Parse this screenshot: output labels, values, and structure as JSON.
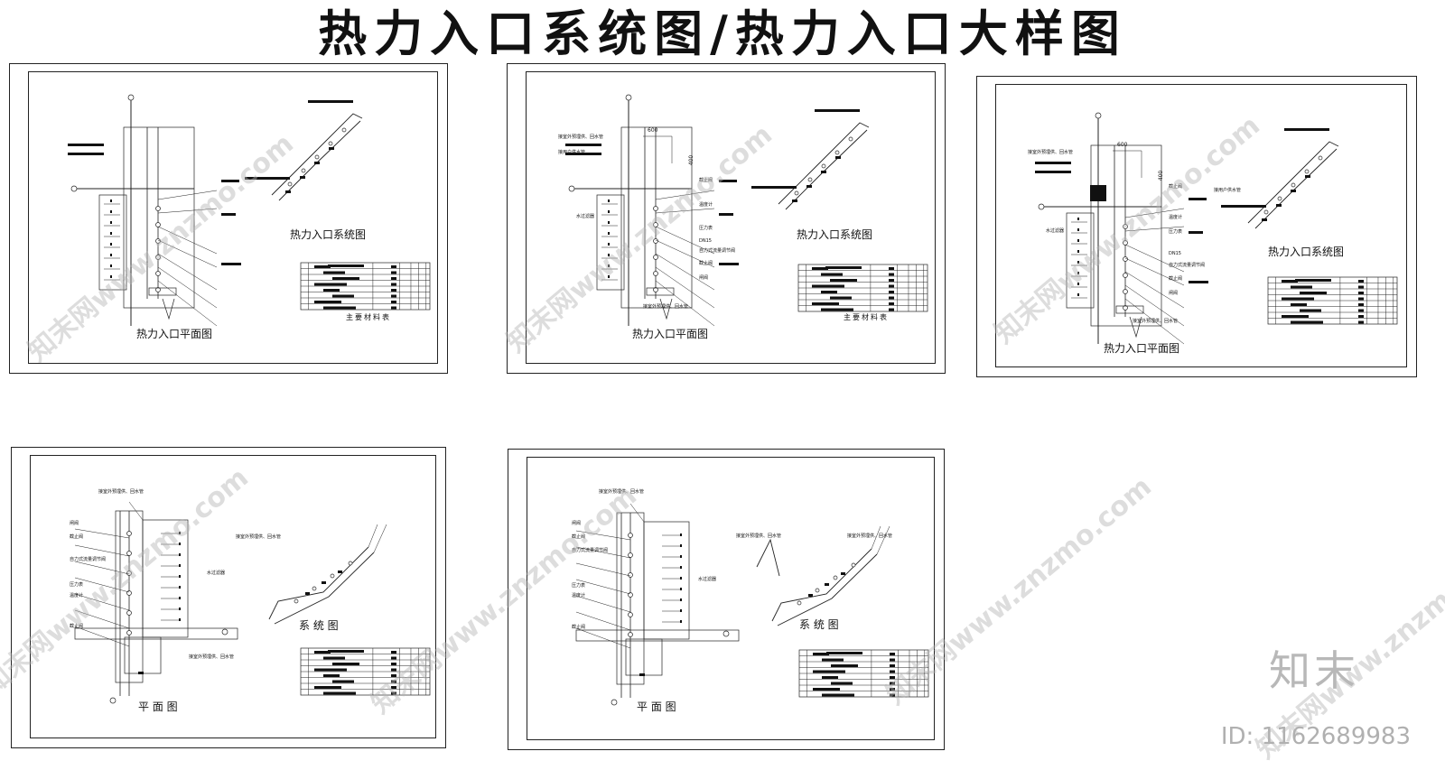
{
  "page": {
    "title": "热力入口系统图/热力入口大样图",
    "logo": "知末",
    "id_text": "ID: 1162689983",
    "watermark": "知末网www.znzmo.com"
  },
  "sheets": [
    {
      "plan_title": "热力入口平面图",
      "system_title": "热力入口系统图",
      "table_caption": "主要材料表",
      "labels": []
    },
    {
      "plan_title": "热力入口平面图",
      "system_title": "热力入口系统图",
      "table_caption": "主要材料表",
      "dim_h": "600",
      "dim_v": "400",
      "labels": [
        "接室外预埋供、回水管",
        "接用户供水管",
        "截止阀",
        "温度计",
        "水过滤器",
        "压力表",
        "DN15",
        "自力式流量调节阀",
        "截止阀",
        "闸阀",
        "接室外预埋供、回水管"
      ]
    },
    {
      "plan_title": "热力入口平面图",
      "system_title": "热力入口系统图",
      "dim_h": "600",
      "dim_v": "400",
      "labels": [
        "接室外预埋供、回水管",
        "接用户供水管",
        "截止阀",
        "温度计",
        "水过滤器",
        "压力表",
        "DN15",
        "自力式流量调节阀",
        "截止阀",
        "闸阀",
        "接室外预埋供、回水管"
      ]
    },
    {
      "plan_title": "平  面  图",
      "system_title": "系  统  图",
      "labels": [
        "接室外预埋供、回水管",
        "闸阀",
        "截止阀",
        "自力式流量调节阀",
        "水过滤器",
        "压力表",
        "温度计",
        "截止阀",
        "接室外预埋供、回水管",
        "接室外预埋供、回水管"
      ]
    },
    {
      "plan_title": "平  面  图",
      "system_title": "系  统  图",
      "labels": [
        "接室外预埋供、回水管",
        "闸阀",
        "截止阀",
        "自力式流量调节阀",
        "水过滤器",
        "压力表",
        "温度计",
        "截止阀",
        "接室外预埋供、回水管",
        "接室外预埋供、回水管"
      ]
    }
  ]
}
